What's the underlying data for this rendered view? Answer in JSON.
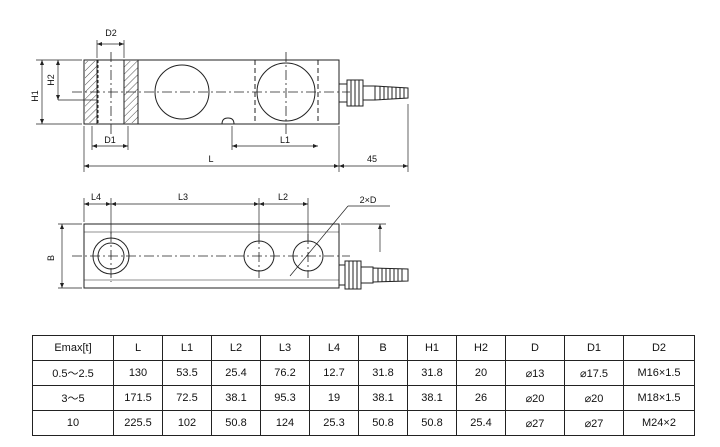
{
  "drawing": {
    "labels": {
      "d2": "D2",
      "h1": "H1",
      "h2": "H2",
      "d1": "D1",
      "l1": "L1",
      "l": "L",
      "cable_len": "45",
      "l4": "L4",
      "l3": "L3",
      "l2": "L2",
      "two_d": "2×D",
      "b": "B"
    }
  },
  "table": {
    "columns": [
      "Emax[t]",
      "L",
      "L1",
      "L2",
      "L3",
      "L4",
      "B",
      "H1",
      "H2",
      "D",
      "D1",
      "D2"
    ],
    "rows": [
      [
        "0.5～2.5",
        "130",
        "53.5",
        "25.4",
        "76.2",
        "12.7",
        "31.8",
        "31.8",
        "20",
        "⌀13",
        "⌀17.5",
        "M16×1.5"
      ],
      [
        "3～5",
        "171.5",
        "72.5",
        "38.1",
        "95.3",
        "19",
        "38.1",
        "38.1",
        "26",
        "⌀20",
        "⌀20",
        "M18×1.5"
      ],
      [
        "10",
        "225.5",
        "102",
        "50.8",
        "124",
        "25.3",
        "50.8",
        "50.8",
        "25.4",
        "⌀27",
        "⌀27",
        "M24×2"
      ]
    ]
  }
}
